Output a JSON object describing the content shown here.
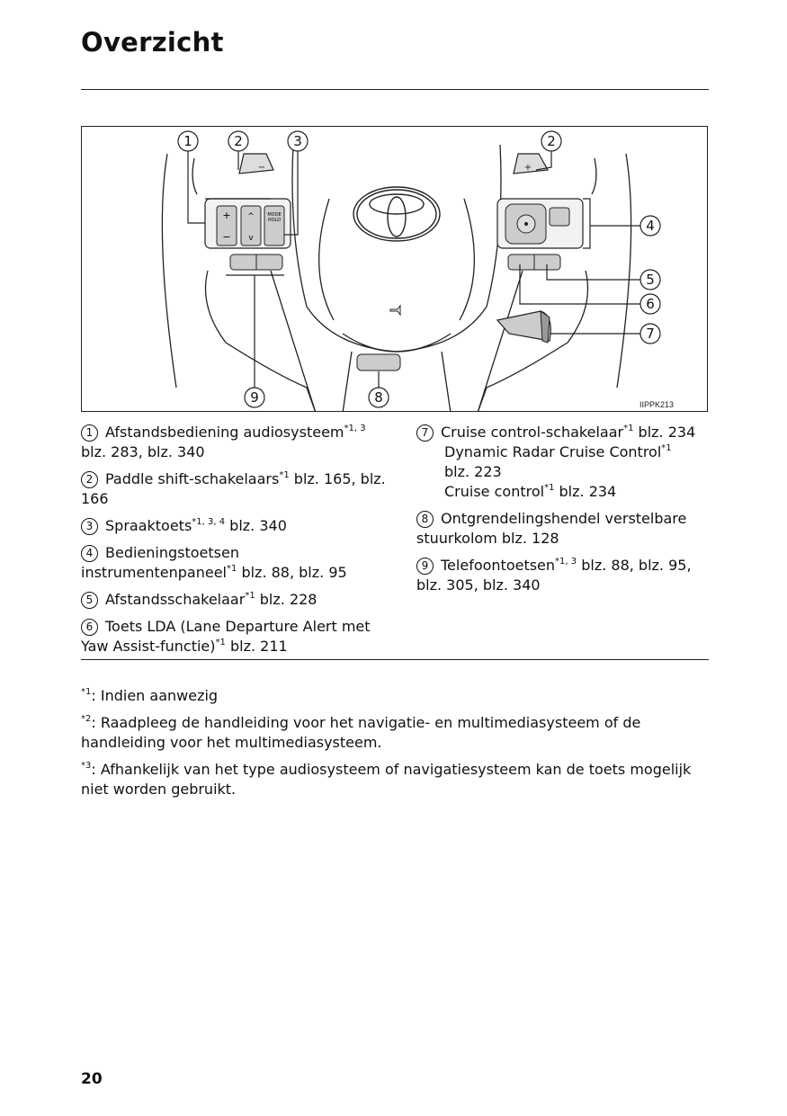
{
  "page": {
    "title": "Overzicht",
    "page_number": "20"
  },
  "figure": {
    "code": "IIPPK213",
    "callouts": [
      "1",
      "2",
      "3",
      "2",
      "4",
      "5",
      "6",
      "7",
      "8",
      "9"
    ],
    "switch_labels": {
      "mode_hold": "MODE\nHOLD",
      "plus": "+",
      "minus": "−"
    }
  },
  "legend": {
    "left": [
      {
        "num": "1",
        "text": "Afstandsbediening audiosysteem",
        "sup": "*1, 3",
        "ref": " blz. 283, blz. 340"
      },
      {
        "num": "2",
        "text": "Paddle shift-schakelaars",
        "sup": "*1",
        "ref": " blz. 165, blz. 166"
      },
      {
        "num": "3",
        "text": "Spraaktoets",
        "sup": "*1, 3, 4",
        "ref": " blz. 340"
      },
      {
        "num": "4",
        "text": "Bedieningstoetsen instrumentenpaneel",
        "sup": "*1",
        "ref": " blz. 88, blz. 95"
      },
      {
        "num": "5",
        "text": "Afstandsschakelaar",
        "sup": "*1",
        "ref": " blz. 228"
      },
      {
        "num": "6",
        "text": "Toets LDA (Lane Departure Alert met Yaw Assist-functie)",
        "sup": "*1",
        "ref": " blz. 211"
      }
    ],
    "right": [
      {
        "num": "7",
        "text": "Cruise control-schakelaar",
        "sup": "*1",
        "ref": " blz. 234"
      },
      {
        "sub_text": "Dynamic Radar Cruise Control",
        "sub_sup": "*1",
        "sub_ref": "blz. 223"
      },
      {
        "sub_text": "Cruise control",
        "sub_sup": "*1",
        "sub_ref": " blz. 234"
      },
      {
        "num": "8",
        "text": "Ontgrendelingshendel verstelbare stuurkolom blz. 128"
      },
      {
        "num": "9",
        "text": "Telefoontoetsen",
        "sup": "*1, 3",
        "ref": " blz. 88, blz. 95, blz. 305, blz. 340"
      }
    ]
  },
  "notes": [
    {
      "mark": "*1",
      "text": ": Indien aanwezig"
    },
    {
      "mark": "*2",
      "text": ": Raadpleeg de handleiding voor het navigatie- en multimediasysteem of de handleiding voor het multimediasysteem."
    },
    {
      "mark": "*3",
      "text": ": Afhankelijk van het type audiosysteem of navigatiesysteem kan de toets mogelijk niet worden gebruikt."
    }
  ]
}
